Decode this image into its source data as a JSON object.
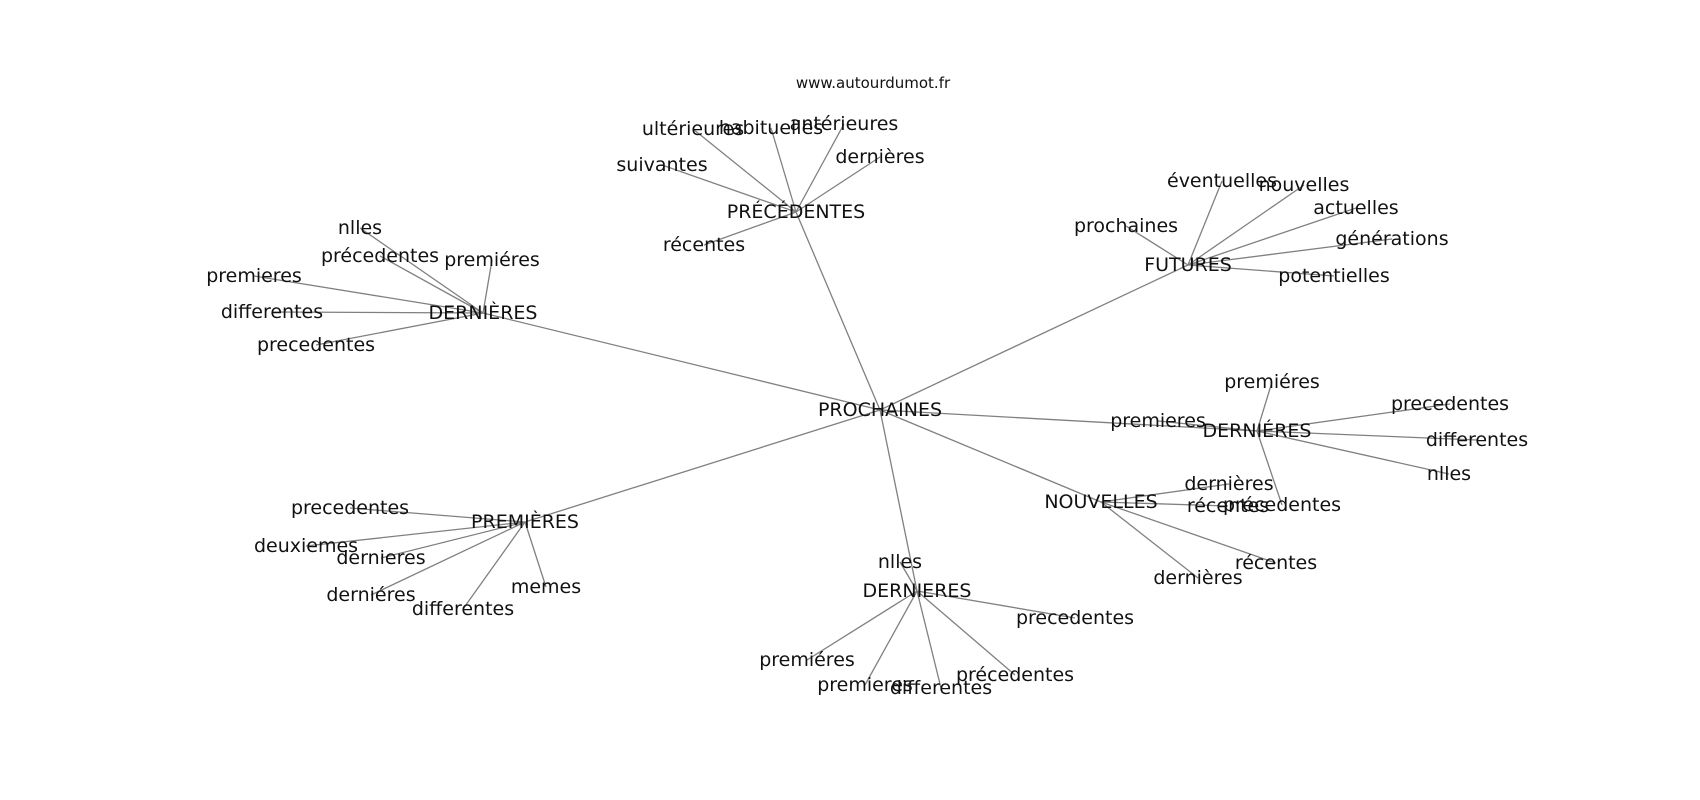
{
  "site": "www.autourdumot.fr",
  "root": {
    "id": "root",
    "label": "PROCHAINES"
  },
  "groups": [
    {
      "id": "g-precedentes",
      "label": "PRÉCÉDENTES",
      "leaves": [
        "ultérieures",
        "habituelles",
        "antérieures",
        "dernières",
        "suivantes",
        "récentes"
      ]
    },
    {
      "id": "g-futures",
      "label": "FUTURES",
      "leaves": [
        "éventuelles",
        "nouvelles",
        "actuelles",
        "générations",
        "prochaines",
        "potentielles"
      ]
    },
    {
      "id": "g-dernieres-a",
      "label": "DERNIÈRES",
      "leaves": [
        "nlles",
        "précedentes",
        "premiéres",
        "premieres",
        "differentes",
        "precedentes"
      ]
    },
    {
      "id": "g-dernieres-b",
      "label": "DERNIÉRES",
      "leaves": [
        "premiéres",
        "precedentes",
        "differentes",
        "nlles",
        "premieres",
        "précedentes"
      ]
    },
    {
      "id": "g-nouvelles",
      "label": "NOUVELLES",
      "leaves": [
        "dernières",
        "récentes",
        "dernières",
        "récentes"
      ]
    },
    {
      "id": "g-premieres",
      "label": "PREMIÈRES",
      "leaves": [
        "precedentes",
        "deuxiemes",
        "dernieres",
        "derniéres",
        "differentes",
        "memes"
      ]
    },
    {
      "id": "g-dernieres-c",
      "label": "DERNIERES",
      "leaves": [
        "nlles",
        "precedentes",
        "premiéres",
        "premieres",
        "differentes",
        "précedentes"
      ]
    }
  ]
}
